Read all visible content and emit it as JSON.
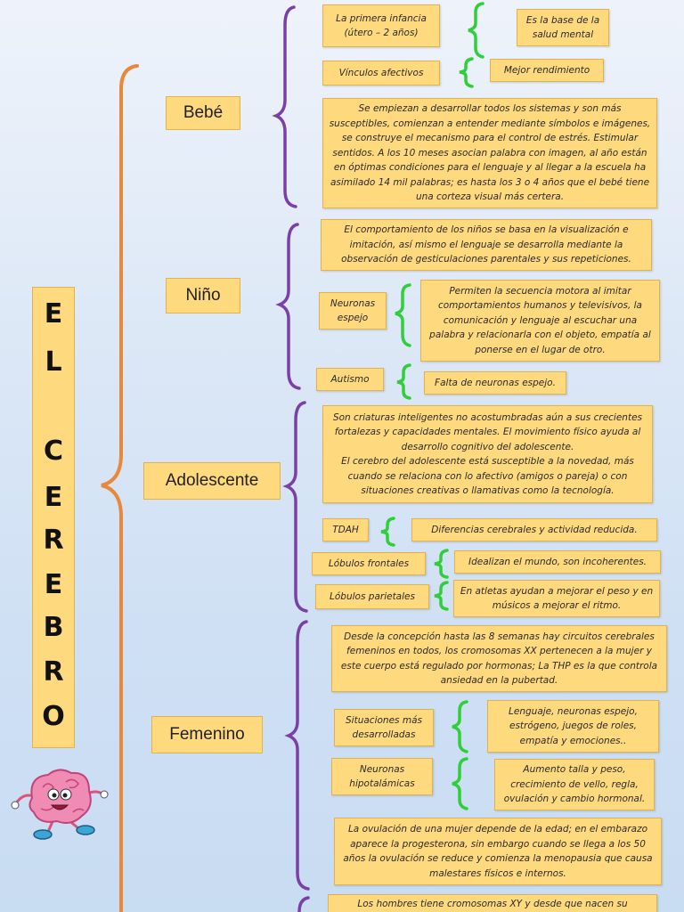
{
  "title": {
    "letters": [
      "E",
      "L",
      "C",
      "E",
      "R",
      "E",
      "B",
      "R",
      "O"
    ]
  },
  "colors": {
    "box_fill": "#ffd97e",
    "box_border": "#e2b24e",
    "main_brace": "#e8883a",
    "purple_brace": "#7b3fa6",
    "green_brace": "#2fcf3a"
  },
  "categories": {
    "bebe": "Bebé",
    "nino": "Niño",
    "adolescente": "Adolescente",
    "femenino": "Femenino"
  },
  "bebe": {
    "infancia": "La primera infancia (útero – 2 años)",
    "salud": "Es la base de la salud mental",
    "vinculos": "Vínculos afectivos",
    "rendimiento": "Mejor rendimiento",
    "desc": "Se empiezan a desarrollar todos los sistemas y son más susceptibles, comienzan a entender mediante símbolos e imágenes, se construye el mecanismo para el control de estrés. Estimular sentidos. A los 10 meses asocian palabra con imagen, al año están en óptimas condiciones para el lenguaje y al llegar a la escuela ha asimilado 14 mil palabras; es hasta los 3 o 4 años que el bebé tiene una corteza visual más certera."
  },
  "nino": {
    "desc": "El comportamiento de los niños se basa en la visualización e imitación, así mismo el lenguaje se desarrolla mediante la observación de gesticulaciones parentales y sus repeticiones.",
    "neuronas": "Neuronas espejo",
    "neuronas_desc": "Permiten la secuencia motora al imitar comportamientos humanos y televisivos, la comunicación y lenguaje al escuchar una palabra y relacionarla con el objeto, empatía al ponerse en el lugar de otro.",
    "autismo": "Autismo",
    "autismo_desc": "Falta de neuronas espejo."
  },
  "adolescente": {
    "desc1": "Son criaturas inteligentes no acostumbradas aún a sus crecientes fortalezas y capacidades mentales. El movimiento físico ayuda al desarrollo cognitivo del adolescente.",
    "desc2": "El cerebro del adolescente está susceptible a la novedad, más cuando se relaciona con lo afectivo (amigos o pareja) o con situaciones creativas o llamativas como la tecnología.",
    "tdah": "TDAH",
    "tdah_desc": "Diferencias cerebrales y actividad reducida.",
    "frontales": "Lóbulos frontales",
    "frontales_desc": "Idealizan el mundo, son incoherentes.",
    "parietales": "Lóbulos parietales",
    "parietales_desc": "En atletas ayudan a mejorar el peso y en músicos a mejorar el ritmo."
  },
  "femenino": {
    "desc": "Desde la concepción hasta las 8 semanas hay circuitos cerebrales femeninos en todos, los cromosomas XX pertenecen a la mujer y este cuerpo está regulado por hormonas; La THP es la que controla ansiedad en la pubertad.",
    "situaciones": "Situaciones más desarrolladas",
    "situaciones_desc": "Lenguaje, neuronas espejo, estrógeno, juegos de roles, empatía y emociones..",
    "hipotalamicas": "Neuronas hipotalámicas",
    "hipotalamicas_desc": "Aumento talla y peso, crecimiento de vello, regla, ovulación y cambio hormonal.",
    "ovulacion": "La ovulación de una mujer depende de la edad; en el embarazo aparece la progesterona, sin embargo cuando se llega a los 50 años la ovulación se reduce y comienza la menopausia que causa malestares físicos e internos."
  },
  "masculino": {
    "desc": "Los hombres tiene cromosomas XY y desde que nacen su"
  }
}
